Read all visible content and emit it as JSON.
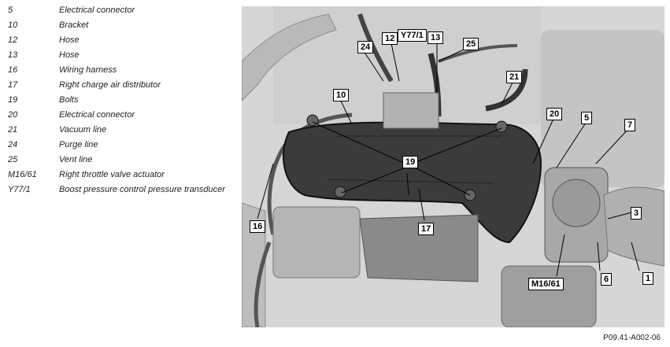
{
  "legend": [
    {
      "code": "5",
      "label": "Electrical connector"
    },
    {
      "code": "10",
      "label": "Bracket"
    },
    {
      "code": "12",
      "label": "Hose"
    },
    {
      "code": "13",
      "label": "Hose"
    },
    {
      "code": "16",
      "label": "Wiring harness"
    },
    {
      "code": "17",
      "label": "Right charge air distributor"
    },
    {
      "code": "19",
      "label": "Bolts"
    },
    {
      "code": "20",
      "label": "Electrical connector"
    },
    {
      "code": "21",
      "label": "Vacuum line"
    },
    {
      "code": "24",
      "label": "Purge line"
    },
    {
      "code": "25",
      "label": "Vent line"
    },
    {
      "code": "M16/61",
      "label": "Right throttle valve actuator"
    },
    {
      "code": "Y77/1",
      "label": "Boost pressure control pressure transducer"
    }
  ],
  "callouts": {
    "c24": "24",
    "c12": "12",
    "cY771": "Y77/1",
    "c13": "13",
    "c25": "25",
    "c21": "21",
    "c10": "10",
    "c20": "20",
    "c5": "5",
    "c7": "7",
    "c19": "19",
    "c3": "3",
    "c16": "16",
    "c17": "17",
    "c1": "1",
    "cM1661": "M16/61",
    "c6": "6"
  },
  "doc_id": "P09.41-A002-06"
}
